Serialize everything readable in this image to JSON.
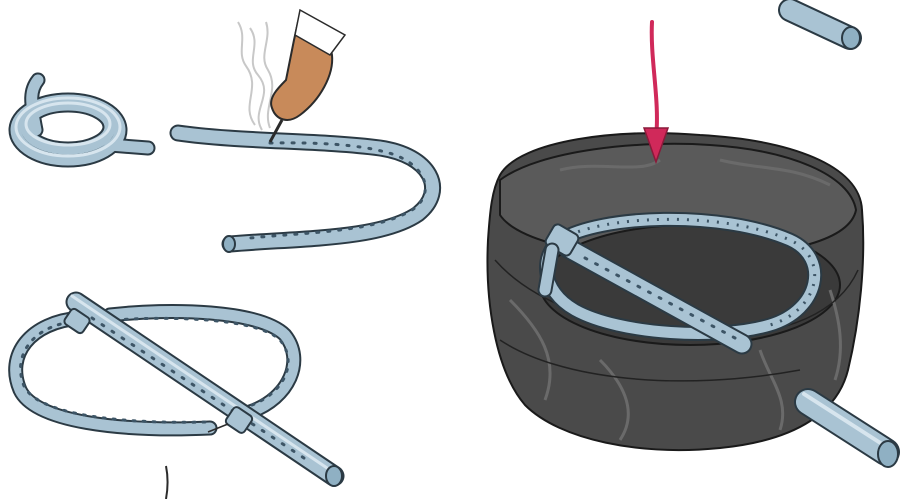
{
  "figure": {
    "steps": [
      {
        "id": "coiled-hose",
        "icon": "coiled-hose-icon"
      },
      {
        "id": "punch-holes",
        "icon": "hot-nail-hand-icon"
      },
      {
        "id": "ring-with-tee",
        "icon": "perforated-ring-icon"
      },
      {
        "id": "ring-in-bag",
        "icon": "bag-assembly-icon"
      }
    ],
    "colors": {
      "pipe": "#a9c3d3",
      "pipe_dark": "#6f8fa3",
      "bag": "#4a4a4a",
      "bag_light": "#6a6a6a",
      "arrow": "#d0295a",
      "skin": "#c88a5a",
      "smoke": "#c8c8c8"
    }
  }
}
